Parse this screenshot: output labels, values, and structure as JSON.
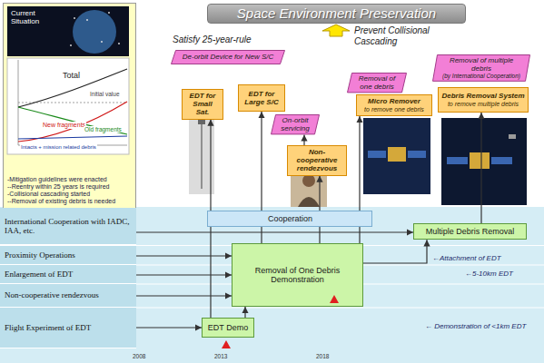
{
  "diagram": {
    "nodes": [
      {
        "text": [
          "Space Environment Preservation"
        ]
      },
      {
        "text": [
          "-Mitigation guidelines were enacted",
          "--Reentry within 25 years is required",
          "-Collisional cascading started",
          "--Removal of existing debris is needed"
        ]
      },
      {
        "text": [
          "De-orbit Device for New S/C"
        ]
      },
      {
        "text": [
          "EDT for Small Sat."
        ]
      },
      {
        "text": [
          "EDT for Large S/C"
        ]
      },
      {
        "text": [
          "Removal of one debris"
        ]
      },
      {
        "text": [
          "Micro Remover",
          "to remove one debris"
        ]
      },
      {
        "text": [
          "Removal of multiple debris",
          "(by International Cooperation)"
        ]
      },
      {
        "text": [
          "Debris Removal System",
          "to remove multiple debris"
        ]
      },
      {
        "text": [
          "On-orbit servicing"
        ]
      },
      {
        "text": [
          "Non-cooperative rendezvous"
        ]
      },
      {
        "text": [
          "International Cooperation with IADC, IAA, etc."
        ]
      },
      {
        "text": [
          "Cooperation"
        ]
      },
      {
        "text": [
          "Multiple Debris Removal"
        ]
      },
      {
        "text": [
          "Proximity Operations"
        ]
      },
      {
        "text": [
          "Enlargement of EDT"
        ]
      },
      {
        "text": [
          "Removal of One Debris Demonstration"
        ]
      },
      {
        "text": [
          "Non-cooperative rendezvous"
        ]
      },
      {
        "text": [
          "Flight Experiment of EDT"
        ]
      },
      {
        "text": [
          "EDT Demo"
        ]
      }
    ],
    "edges": [
      {
        "from": 11,
        "to": 13,
        "arrow": "to"
      },
      {
        "from": 14,
        "to": 16,
        "arrow": "to"
      },
      {
        "from": 15,
        "to": 16,
        "arrow": "to"
      },
      {
        "from": 17,
        "to": 16,
        "arrow": "to"
      },
      {
        "from": 18,
        "to": 19,
        "arrow": "to"
      },
      {
        "from": 19,
        "to": 16,
        "arrow": "to"
      },
      {
        "from": 19,
        "to": 3,
        "arrow": "to"
      },
      {
        "from": 16,
        "to": 4,
        "arrow": "to"
      },
      {
        "from": 16,
        "to": 10,
        "arrow": "to"
      },
      {
        "from": 10,
        "to": 9,
        "arrow": "to"
      },
      {
        "from": 16,
        "to": 6,
        "arrow": "to"
      },
      {
        "from": 16,
        "to": 13,
        "arrow": "to"
      },
      {
        "from": 13,
        "to": 8,
        "arrow": "to"
      }
    ],
    "labels": [
      "Current Situation",
      "Total",
      "Initial value",
      "New fragments",
      "Old fragments",
      "Intacts + mission related debris",
      "Satisfy 25-year-rule",
      "Prevent Collisional Cascading",
      "←Attachment of EDT",
      "←5-10km EDT",
      "← Demonstration of <1km EDT",
      "2008",
      "2013",
      "2018"
    ]
  }
}
